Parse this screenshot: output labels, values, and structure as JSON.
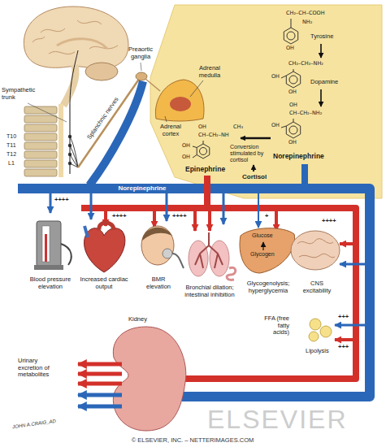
{
  "diagram": {
    "labels": [
      "Sympathetic trunk",
      "T10",
      "T11",
      "T12",
      "L1",
      "Splanchnic nerves",
      "Preaortic ganglia",
      "Adrenal medulla",
      "Adrenal cortex",
      "CH₂–CH–COOH",
      "NH₂",
      "OH",
      "Tyrosine",
      "CH₂–CH₂–NH₂",
      "OH",
      "OH",
      "Dopamine",
      "OH",
      "CH–CH₂–NH₂",
      "OH",
      "OH",
      "Norepinephrine",
      "OH",
      "CH₃",
      "CH–CH₂–NH",
      "OH",
      "OH",
      "Epinephrine",
      "Conversion stimulated by cortisol",
      "Cortisol",
      "Norepinephrine",
      "++++",
      "Blood pressure elevation",
      "++++",
      "Increased cardiac output",
      "++++",
      "BMR elevation",
      "Bronchial dilation; intestinal inhibition",
      "+",
      "Glucose",
      "Glycogen",
      "Glycogenolysis; hyperglycemia",
      "++++",
      "CNS excitability",
      "FFA (free fatty acids)",
      "Lipolysis",
      "+++",
      "+++",
      "Kidney",
      "Urinary excretion of metabolites",
      "JOHN A.CRAIG_AD",
      "ELSEVIER",
      "© ELSEVIER, INC. – NETTERIMAGES.COM"
    ]
  }
}
